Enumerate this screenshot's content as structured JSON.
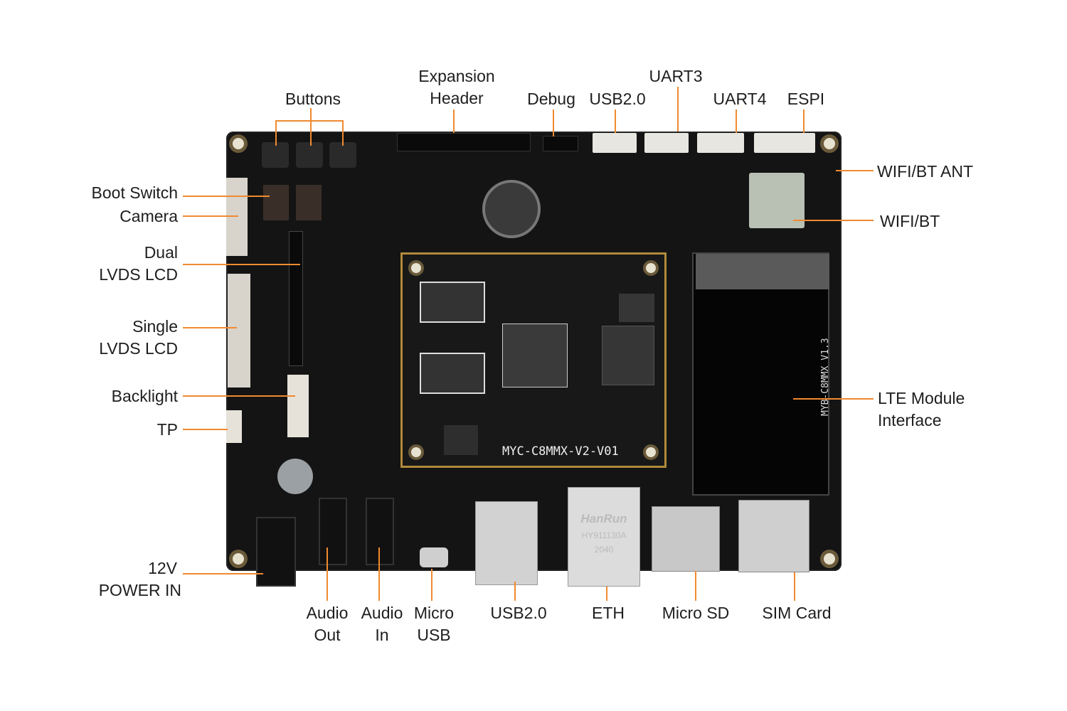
{
  "board": {
    "module_label": "MYC-C8MMX-V2-V01",
    "board_label": "MYB-C8MMX V1.3",
    "eth_brand": "HanRun",
    "eth_part": "HY911130A",
    "eth_code": "2040"
  },
  "labels": {
    "buttons": "Buttons",
    "expansion_header": [
      "Expansion",
      "Header"
    ],
    "debug": "Debug",
    "usb_top": "USB2.0",
    "uart3": "UART3",
    "uart4": "UART4",
    "espi": "ESPI",
    "wifi_bt_ant": "WIFI/BT ANT",
    "wifi_bt": "WIFI/BT",
    "lte": [
      "LTE Module",
      "Interface"
    ],
    "boot_switch": "Boot Switch",
    "camera": "Camera",
    "dual_lvds": [
      "Dual",
      "LVDS LCD"
    ],
    "single_lvds": [
      "Single",
      "LVDS LCD"
    ],
    "backlight": "Backlight",
    "tp": "TP",
    "power": [
      "12V",
      "POWER IN"
    ],
    "audio_out": [
      "Audio",
      "Out"
    ],
    "audio_in": [
      "Audio",
      "In"
    ],
    "micro_usb": [
      "Micro",
      "USB"
    ],
    "usb_bottom": "USB2.0",
    "eth": "ETH",
    "micro_sd": "Micro SD",
    "sim_card": "SIM Card"
  },
  "colors": {
    "leader": "#f08a30",
    "pcb": "#141414",
    "module_border": "#b08a3a"
  }
}
